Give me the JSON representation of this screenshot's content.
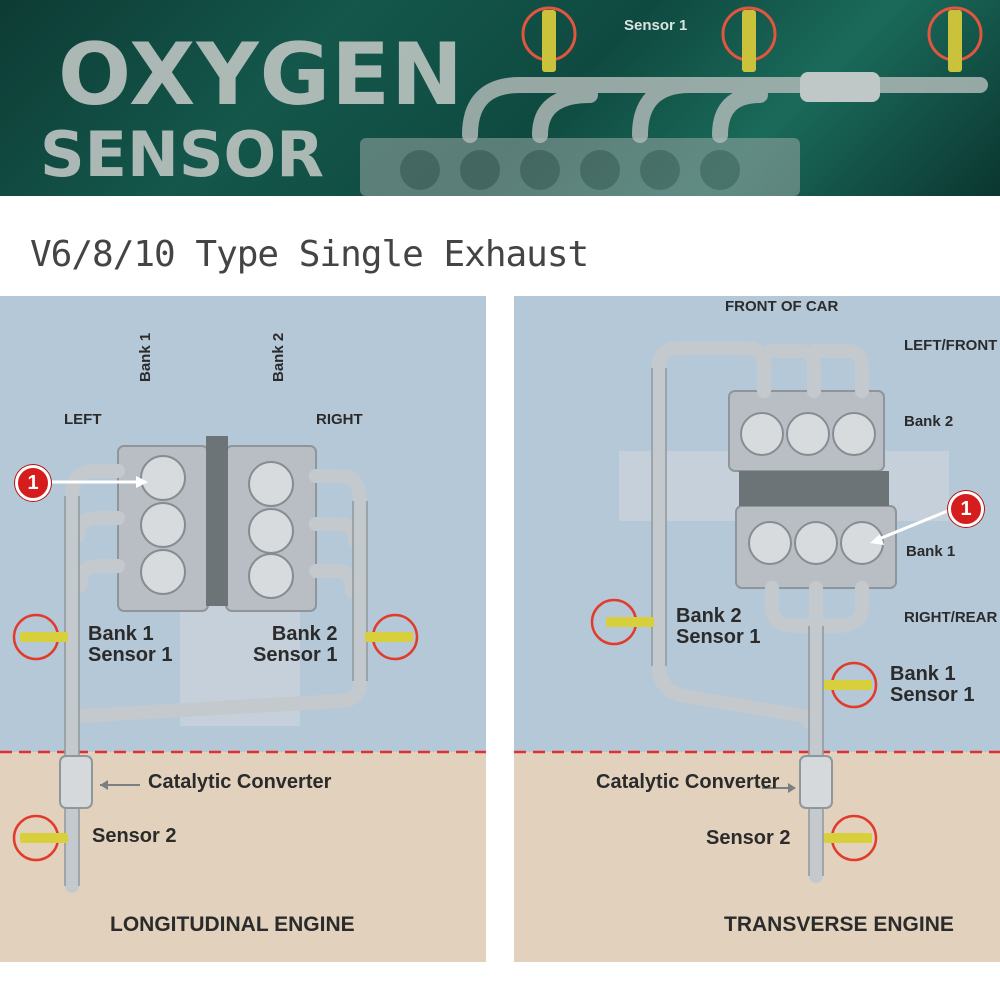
{
  "banner": {
    "title_line1": "OXYGEN",
    "title_line2": "SENSOR",
    "sensor_label": "Sensor 1"
  },
  "subtitle": "V6/8/10 Type Single Exhaust",
  "left_panel": {
    "bank1": "Bank 1",
    "bank2": "Bank 2",
    "left": "LEFT",
    "right": "RIGHT",
    "marker": "1",
    "b1s1_line1": "Bank 1",
    "b1s1_line2": "Sensor 1",
    "b2s1_line1": "Bank 2",
    "b2s1_line2": "Sensor 1",
    "catalytic": "Catalytic Converter",
    "sensor2": "Sensor 2",
    "engine_type": "LONGITUDINAL ENGINE"
  },
  "right_panel": {
    "front_of_car": "FRONT OF CAR",
    "left_front": "LEFT/FRONT",
    "bank2": "Bank 2",
    "bank1": "Bank 1",
    "marker": "1",
    "right_rear": "RIGHT/REAR",
    "b2s1_line1": "Bank 2",
    "b2s1_line2": "Sensor 1",
    "b1s1_line1": "Bank 1",
    "b1s1_line2": "Sensor 1",
    "catalytic": "Catalytic Converter",
    "sensor2": "Sensor 2",
    "engine_type": "TRANSVERSE ENGINE"
  },
  "colors": {
    "sky": "#b4c8d8",
    "ground": "#e2d2bd",
    "divider": "#e03030",
    "pipe": "#c4c9cd",
    "marker": "#d51d1d",
    "sensor_ring": "#e23b2b",
    "sensor_body": "#d8cf3c"
  }
}
